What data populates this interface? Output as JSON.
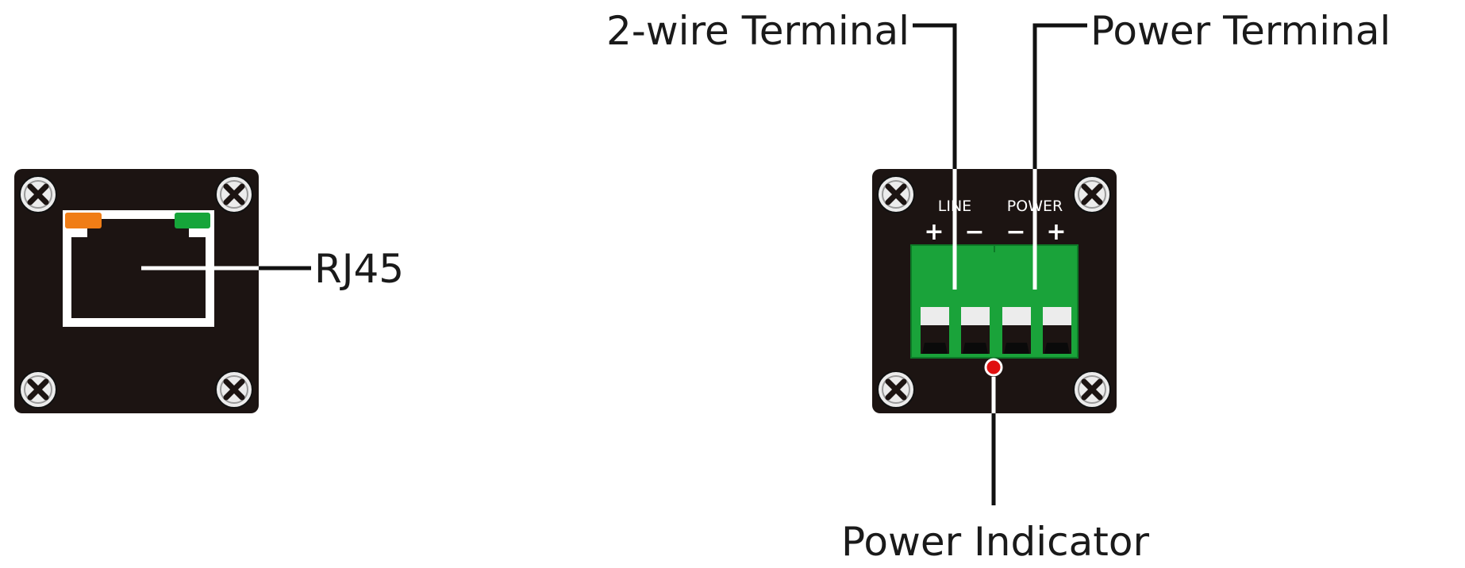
{
  "callouts": {
    "rj45": "RJ45",
    "two_wire_terminal": "2-wire Terminal",
    "power_terminal": "Power Terminal",
    "power_indicator": "Power Indicator"
  },
  "terminal_panel": {
    "line_label": "LINE",
    "power_label": "POWER",
    "line_plus": "+",
    "line_minus": "−",
    "power_minus": "−",
    "power_plus": "+"
  },
  "colors": {
    "panel": "#1c1412",
    "terminal_block": "#1aa33a",
    "led_left": "#f07d16",
    "led_right": "#16a53a",
    "power_indicator": "#e01010",
    "screw": "#ececec"
  },
  "icons": {
    "screw": "phillips-screw-icon",
    "port": "ethernet-port-icon",
    "led": "status-led-icon"
  }
}
